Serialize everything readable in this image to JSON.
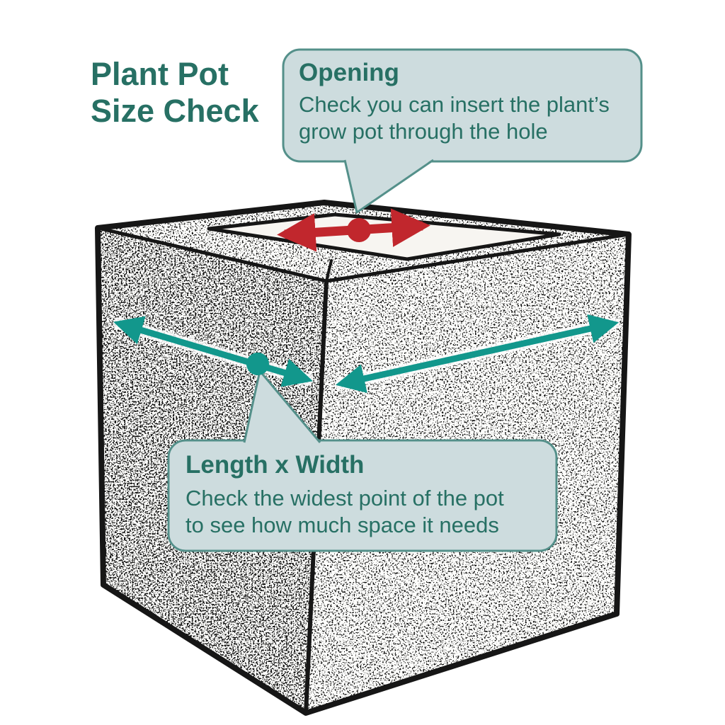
{
  "title": {
    "line1": "Plant Pot",
    "line2": "Size Check"
  },
  "callouts": {
    "opening": {
      "heading": "Opening",
      "body1": "Check you can insert the plant’s",
      "body2": "grow pot through the hole"
    },
    "footprint": {
      "heading": "Length x Width",
      "body1": "Check the widest point of the pot",
      "body2": "to see how much space it needs"
    }
  },
  "colors": {
    "heading": "#277064",
    "body": "#277064",
    "teal": "#12978c",
    "red": "#c1272d",
    "ink": "#161616",
    "bubble-fill": "#cddcde",
    "bubble-border": "#54908a"
  }
}
